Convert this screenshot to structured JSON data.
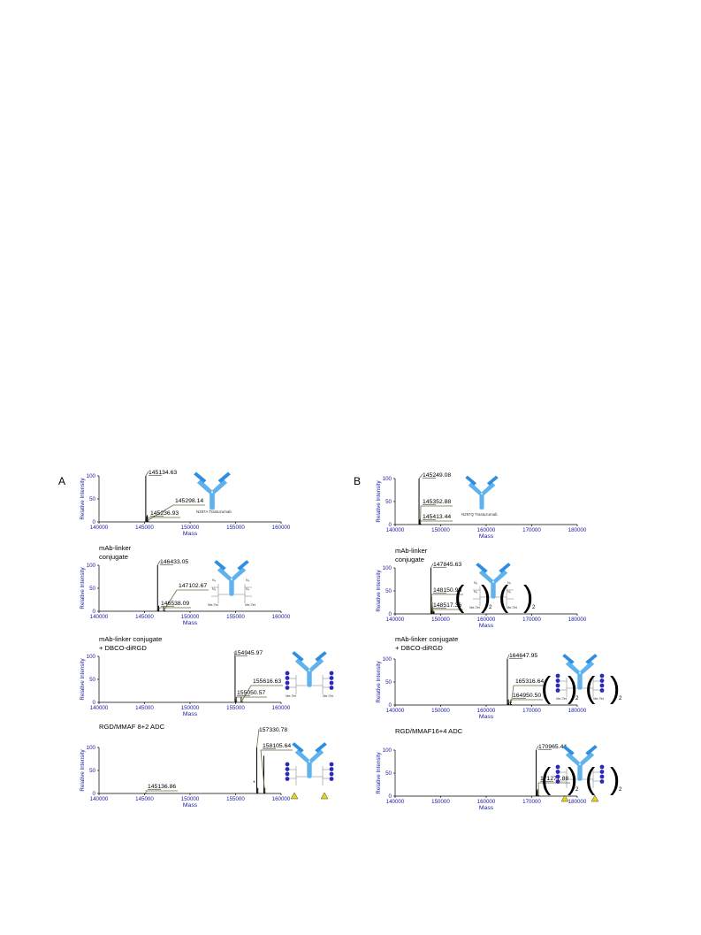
{
  "panel_labels": [
    "A",
    "B"
  ],
  "chart_data": [
    {
      "id": "A1",
      "type": "line",
      "panel": "A",
      "xlabel": "Mass",
      "ylabel": "Relative Intensity",
      "xlim": [
        140000,
        160000
      ],
      "ylim": [
        0,
        100
      ],
      "xticks": [
        "140000",
        "145000",
        "150000",
        "155000",
        "160000"
      ],
      "yticks": [
        "0",
        "50",
        "100"
      ],
      "caption": "",
      "antibody_label": "N297A Trastuzumab",
      "peaks": [
        {
          "x": 145134.63,
          "y": 100,
          "label": "145134.63",
          "underline_chars": 4
        },
        {
          "x": 145298.14,
          "y": 15,
          "label": "145298.14",
          "underline_chars": 0
        },
        {
          "x": 145236.93,
          "y": 5,
          "label": "145236.93",
          "underline_chars": 4
        }
      ]
    },
    {
      "id": "A2",
      "type": "line",
      "panel": "A",
      "xlabel": "Mass",
      "ylabel": "Relative Intensity",
      "xlim": [
        140000,
        160000
      ],
      "ylim": [
        0,
        100
      ],
      "xticks": [
        "140000",
        "145000",
        "150000",
        "155000",
        "160000"
      ],
      "yticks": [
        "0",
        "50",
        "100"
      ],
      "caption": "mAb-linker conjugate",
      "peaks": [
        {
          "x": 146433.05,
          "y": 100,
          "label": "146433.05",
          "underline_chars": 4
        },
        {
          "x": 147102.67,
          "y": 10,
          "label": "147102.67",
          "underline_chars": 0
        },
        {
          "x": 146538.09,
          "y": 4,
          "label": "146538.09",
          "underline_chars": 4
        }
      ],
      "linker_labels": {
        "azide": "N₃",
        "left": "Me-Tet",
        "right": "Me-Tet"
      }
    },
    {
      "id": "A3",
      "type": "line",
      "panel": "A",
      "xlabel": "Mass",
      "ylabel": "Relative Intensity",
      "xlim": [
        140000,
        160000
      ],
      "ylim": [
        0,
        100
      ],
      "xticks": [
        "140000",
        "145000",
        "150000",
        "155000",
        "160000"
      ],
      "yticks": [
        "0",
        "50",
        "100"
      ],
      "caption": "mAb-linker conjugate + DBCO-diRGD",
      "peaks": [
        {
          "x": 154945.97,
          "y": 100,
          "label": "154945.97",
          "underline_chars": 4
        },
        {
          "x": 155616.63,
          "y": 12,
          "label": "155616.63",
          "underline_chars": 0
        },
        {
          "x": 155050.57,
          "y": 3,
          "label": "155050.57",
          "underline_chars": 4
        }
      ],
      "linker_labels": {
        "left": "Me-Tet",
        "right": "Me-Tet"
      }
    },
    {
      "id": "A4",
      "type": "line",
      "panel": "A",
      "xlabel": "Mass",
      "ylabel": "Relative Intensity",
      "xlim": [
        140000,
        160000
      ],
      "ylim": [
        0,
        100
      ],
      "xticks": [
        "140000",
        "145000",
        "150000",
        "155000",
        "160000"
      ],
      "yticks": [
        "0",
        "50",
        "100"
      ],
      "caption": "RGD/MMAF 8+2 ADC",
      "annotation": "*",
      "peaks": [
        {
          "x": 157330.78,
          "y": 100,
          "label": "157330.78",
          "underline_chars": 0
        },
        {
          "x": 158105.64,
          "y": 82,
          "label": "158105.64",
          "underline_chars": 4
        },
        {
          "x": 145136.86,
          "y": 2,
          "label": "145136.86",
          "underline_chars": 4
        }
      ]
    },
    {
      "id": "B1",
      "type": "line",
      "panel": "B",
      "xlabel": "Mass",
      "ylabel": "Relative Intensity",
      "xlim": [
        140000,
        180000
      ],
      "ylim": [
        0,
        100
      ],
      "xticks": [
        "140000",
        "150000",
        "160000",
        "170000",
        "180000"
      ],
      "yticks": [
        "0",
        "50",
        "100"
      ],
      "caption": "",
      "antibody_label": "N297Q Trastuzumab",
      "peaks": [
        {
          "x": 145249.08,
          "y": 100,
          "label": "145249.08",
          "underline_chars": 4
        },
        {
          "x": 145352.88,
          "y": 10,
          "label": "145352.88",
          "underline_chars": 4
        },
        {
          "x": 145413.44,
          "y": 3,
          "label": "145413.44",
          "underline_chars": 4
        }
      ]
    },
    {
      "id": "B2",
      "type": "line",
      "panel": "B",
      "xlabel": "Mass",
      "ylabel": "Relative Intensity",
      "xlim": [
        140000,
        180000
      ],
      "ylim": [
        0,
        100
      ],
      "xticks": [
        "140000",
        "150000",
        "160000",
        "170000",
        "180000"
      ],
      "yticks": [
        "0",
        "50",
        "100"
      ],
      "caption": "mAb-linker conjugate",
      "peaks": [
        {
          "x": 147845.63,
          "y": 100,
          "label": "147845.63",
          "underline_chars": 4
        },
        {
          "x": 148150.95,
          "y": 25,
          "label": "148150.95",
          "underline_chars": 4
        },
        {
          "x": 148517.36,
          "y": 5,
          "label": "148517.36",
          "underline_chars": 4
        }
      ],
      "linker_labels": {
        "azide": "N₃",
        "left": "Me-Tet",
        "right": "Me-Tet",
        "sub": "2"
      }
    },
    {
      "id": "B3",
      "type": "line",
      "panel": "B",
      "xlabel": "Mass",
      "ylabel": "Relative Intensity",
      "xlim": [
        140000,
        180000
      ],
      "ylim": [
        0,
        100
      ],
      "xticks": [
        "140000",
        "150000",
        "160000",
        "170000",
        "180000"
      ],
      "yticks": [
        "0",
        "50",
        "100"
      ],
      "caption": "mAb-linker conjugate + DBCO-diRGD",
      "peaks": [
        {
          "x": 164647.95,
          "y": 100,
          "label": "164647.95",
          "underline_chars": 4
        },
        {
          "x": 165316.64,
          "y": 10,
          "label": "165316.64",
          "underline_chars": 0
        },
        {
          "x": 164950.5,
          "y": 4,
          "label": "164950.50",
          "underline_chars": 4
        }
      ],
      "linker_labels": {
        "left": "Me-Tet",
        "right": "Me-Tet",
        "sub": "2"
      }
    },
    {
      "id": "B4",
      "type": "line",
      "panel": "B",
      "xlabel": "Mass",
      "ylabel": "Relative Intensity",
      "xlim": [
        140000,
        180000
      ],
      "ylim": [
        0,
        100
      ],
      "xticks": [
        "140000",
        "150000",
        "160000",
        "170000",
        "180000"
      ],
      "yticks": [
        "0",
        "50",
        "100"
      ],
      "caption": "RGD/MMAF16+4 ADC",
      "peaks": [
        {
          "x": 170965.44,
          "y": 100,
          "label": "170965.44",
          "underline_chars": 4
        },
        {
          "x": 171277.88,
          "y": 15,
          "label": "171277.88",
          "underline_chars": 4
        }
      ],
      "linker_labels": {
        "sub": "2"
      }
    }
  ]
}
